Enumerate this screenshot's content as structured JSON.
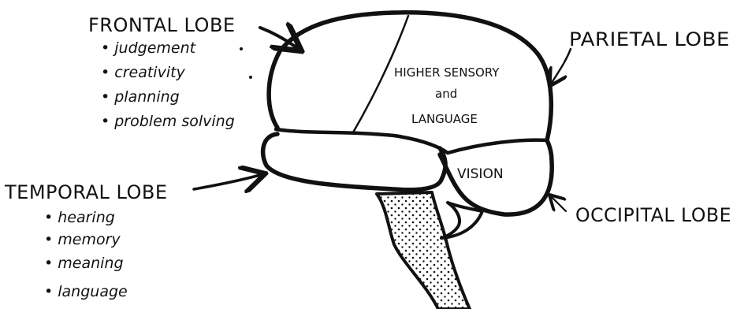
{
  "frontal": {
    "title": "FRONTAL LOBE",
    "functions": [
      "judgement",
      "creativity",
      "planning",
      "problem solving"
    ]
  },
  "parietal": {
    "title": "PARIETAL LOBE",
    "description": [
      "HIGHER SENSORY",
      "and",
      "LANGUAGE"
    ]
  },
  "temporal": {
    "title": "TEMPORAL LOBE",
    "functions": [
      "hearing",
      "memory",
      "meaning",
      "language"
    ]
  },
  "occipital": {
    "title": "OCCIPITAL LOBE",
    "description": "VISION"
  }
}
